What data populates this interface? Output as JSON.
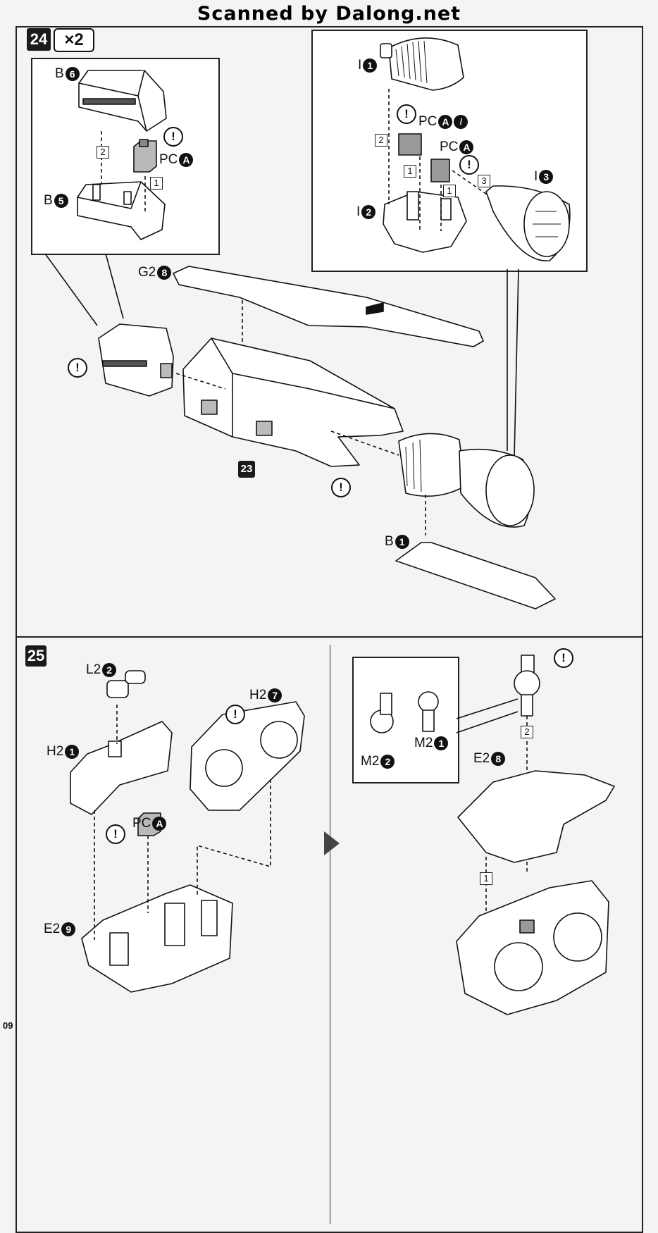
{
  "watermark": "Scanned by Dalong.net",
  "page_number": "09",
  "step24": {
    "number": "24",
    "multiplier": "×2",
    "subassembly_23": "23",
    "parts": {
      "b6": {
        "letter": "B",
        "num": "6"
      },
      "b5": {
        "letter": "B",
        "num": "5"
      },
      "pca_left": {
        "letter": "PC",
        "num": "A"
      },
      "i1": {
        "letter": "I",
        "num": "1"
      },
      "i2": {
        "letter": "I",
        "num": "2"
      },
      "i3": {
        "letter": "I",
        "num": "3"
      },
      "pca_slash": {
        "letter": "PC",
        "num": "A"
      },
      "pca_right": {
        "letter": "PC",
        "num": "A"
      },
      "g28": {
        "letter": "G2",
        "num": "8"
      },
      "b1": {
        "letter": "B",
        "num": "1"
      }
    },
    "order_marks": {
      "left_2": "2",
      "left_1": "1",
      "right_2": "2",
      "right_1a": "1",
      "right_3": "3",
      "right_1b": "1"
    },
    "warning_symbol": "!"
  },
  "step25": {
    "number": "25",
    "parts": {
      "l22": {
        "letter": "L2",
        "num": "2"
      },
      "h21": {
        "letter": "H2",
        "num": "1"
      },
      "h27": {
        "letter": "H2",
        "num": "7"
      },
      "pca": {
        "letter": "PC",
        "num": "A"
      },
      "e29": {
        "letter": "E2",
        "num": "9"
      },
      "m22": {
        "letter": "M2",
        "num": "2"
      },
      "m21": {
        "letter": "M2",
        "num": "1"
      },
      "e28": {
        "letter": "E2",
        "num": "8"
      }
    },
    "order_marks": {
      "top_2": "2",
      "bottom_1": "1"
    },
    "warning_symbol": "!"
  },
  "colors": {
    "ink": "#111111",
    "paper": "#f4f4f2",
    "part_fill": "#ffffff",
    "part_gray": "#b9b9b9"
  }
}
